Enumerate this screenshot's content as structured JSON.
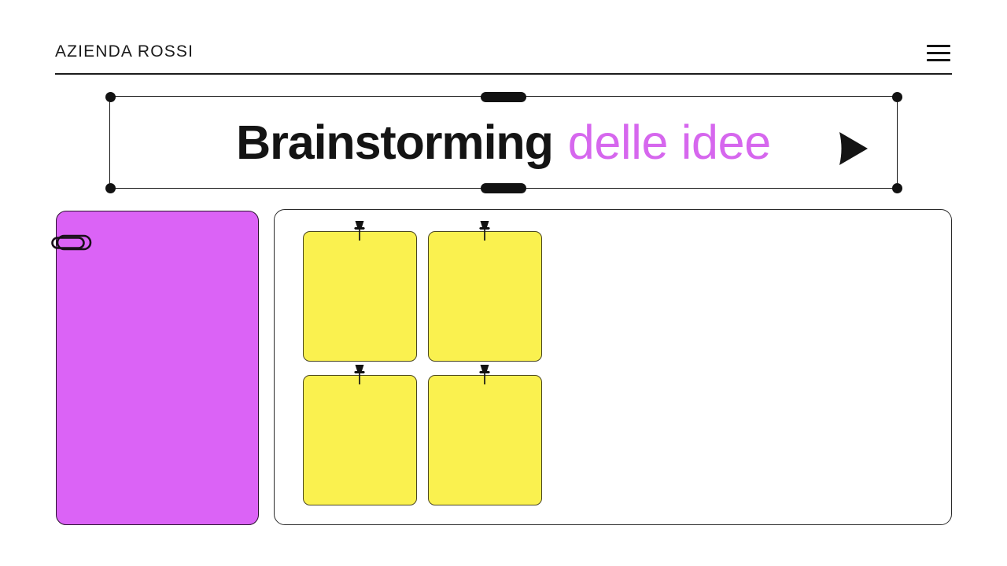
{
  "header": {
    "brand": "AZIENDA ROSSI",
    "menu_icon": "hamburger-menu-icon"
  },
  "title_block": {
    "main_text": "Brainstorming",
    "accent_text": "delle idee",
    "accent_color": "#d667ee",
    "main_color": "#141414",
    "selected": true,
    "handles": [
      "top-left",
      "top-center",
      "top-right",
      "bottom-left",
      "bottom-center",
      "bottom-right"
    ],
    "cursor_icon": "mouse-pointer-arrow-icon"
  },
  "left_panel": {
    "color": "#db63f6",
    "attachment_icon": "paperclip-icon"
  },
  "board": {
    "background": "#ffffff",
    "note_color": "#faf14f",
    "pin_icon": "pushpin-icon",
    "notes": [
      {
        "text": ""
      },
      {
        "text": ""
      },
      {
        "text": ""
      },
      {
        "text": ""
      }
    ]
  }
}
